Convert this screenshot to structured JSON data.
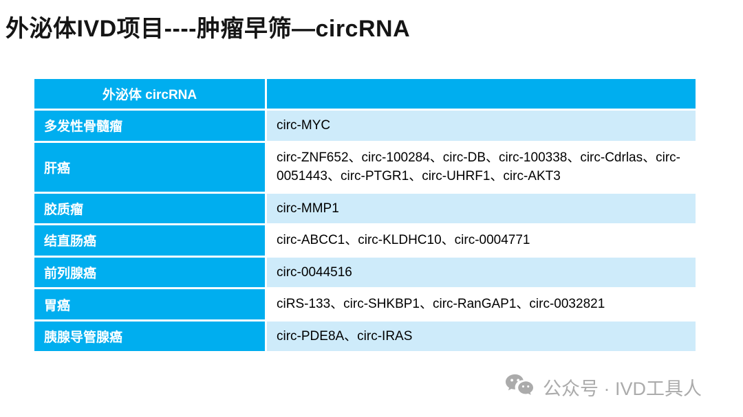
{
  "title": "外泌体IVD项目----肿瘤早筛—circRNA",
  "table": {
    "header_label": "外泌体 circRNA",
    "rows": [
      {
        "label": "多发性骨髓瘤",
        "value": "circ-MYC"
      },
      {
        "label": "肝癌",
        "value": "circ-ZNF652、circ-100284、circ-DB、circ-100338、circ-Cdrlas、circ-0051443、circ-PTGR1、circ-UHRF1、circ-AKT3"
      },
      {
        "label": "胶质瘤",
        "value": "circ-MMP1"
      },
      {
        "label": "结直肠癌",
        "value": "circ-ABCC1、circ-KLDHC10、circ-0004771"
      },
      {
        "label": "前列腺癌",
        "value": "circ-0044516"
      },
      {
        "label": "胃癌",
        "value": "ciRS-133、circ-SHKBP1、circ-RanGAP1、circ-0032821"
      },
      {
        "label": "胰腺导管腺癌",
        "value": "circ-PDE8A、circ-IRAS"
      }
    ]
  },
  "footer": {
    "icon": "wechat-icon",
    "text": "公众号 · IVD工具人"
  },
  "colors": {
    "accent_blue": "#00aeef",
    "light_blue": "#ceebfa",
    "footer_gray": "#ababab",
    "title_color": "#151515"
  }
}
